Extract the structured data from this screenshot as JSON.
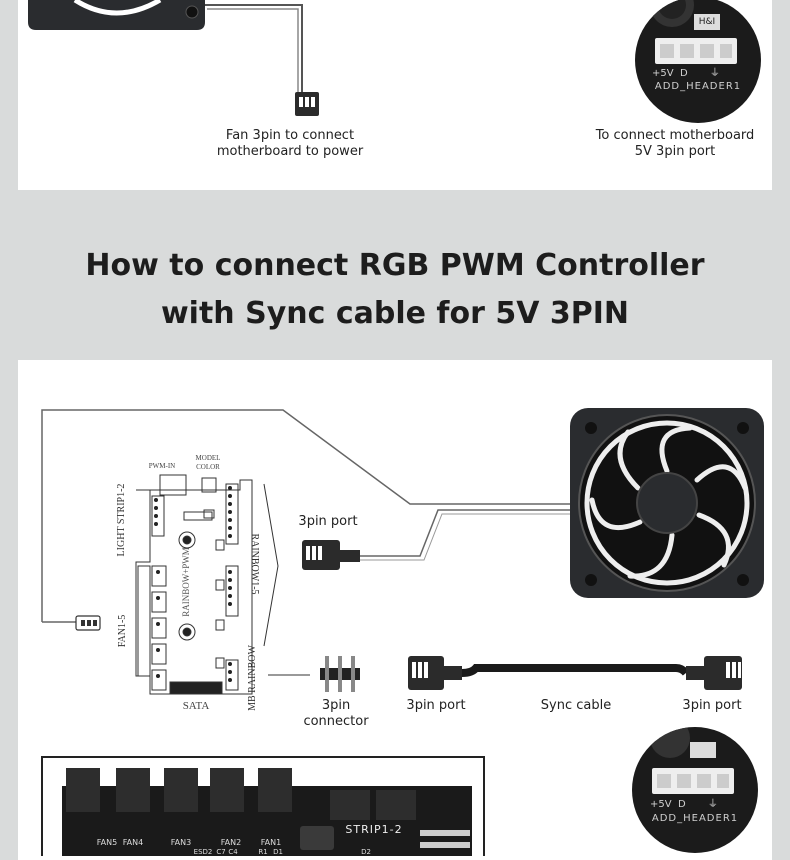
{
  "top": {
    "fan_caption_line1": "Fan 3pin to connect",
    "fan_caption_line2": "motherboard to power",
    "mb_caption_line1": "To connect motherboard",
    "mb_caption_line2": "5V 3pin port",
    "header_label": "ADD_HEADER1",
    "header_pins": "+5V  D       ⏚",
    "header_badge": "H&I"
  },
  "heading": {
    "line1": "How to connect RGB PWM Controller",
    "line2": "with Sync cable for 5V 3PIN"
  },
  "diagram": {
    "board": {
      "pwm_in": "PWM-IN",
      "model_color": "MODEL\nCOLOR",
      "model": "MODEL",
      "color": "COLOR",
      "light_strip": "LIGHT STRIP1-2",
      "rainbow_pwm": "RAINBOW+PWM",
      "rainbow_1_5": "RAINBOW1-5",
      "fan_1_5": "FAN1-5",
      "mb_rainbow": "MB RAINBOW",
      "sata": "SATA"
    },
    "label_3pin_port_top": "3pin port",
    "label_3pin_connector_line1": "3pin",
    "label_3pin_connector_line2": "connector",
    "label_3pin_port_left": "3pin port",
    "label_sync_cable": "Sync cable",
    "label_3pin_port_right": "3pin port",
    "header_label": "ADD_HEADER1",
    "header_pins": "+5V  D       ⏚",
    "pcb_labels": [
      "FAN5",
      "FAN4",
      "FAN3",
      "FAN2",
      "FAN1",
      "STRIP1-2",
      "D2",
      "D1",
      "R1",
      "C4",
      "C7",
      "ESD2"
    ]
  },
  "colors": {
    "background": "#d9dbdb",
    "panel": "#ffffff",
    "heading_text": "#1d1d1d",
    "fan_body": "#2a2c2f",
    "pcb": "#1a1a1a"
  }
}
